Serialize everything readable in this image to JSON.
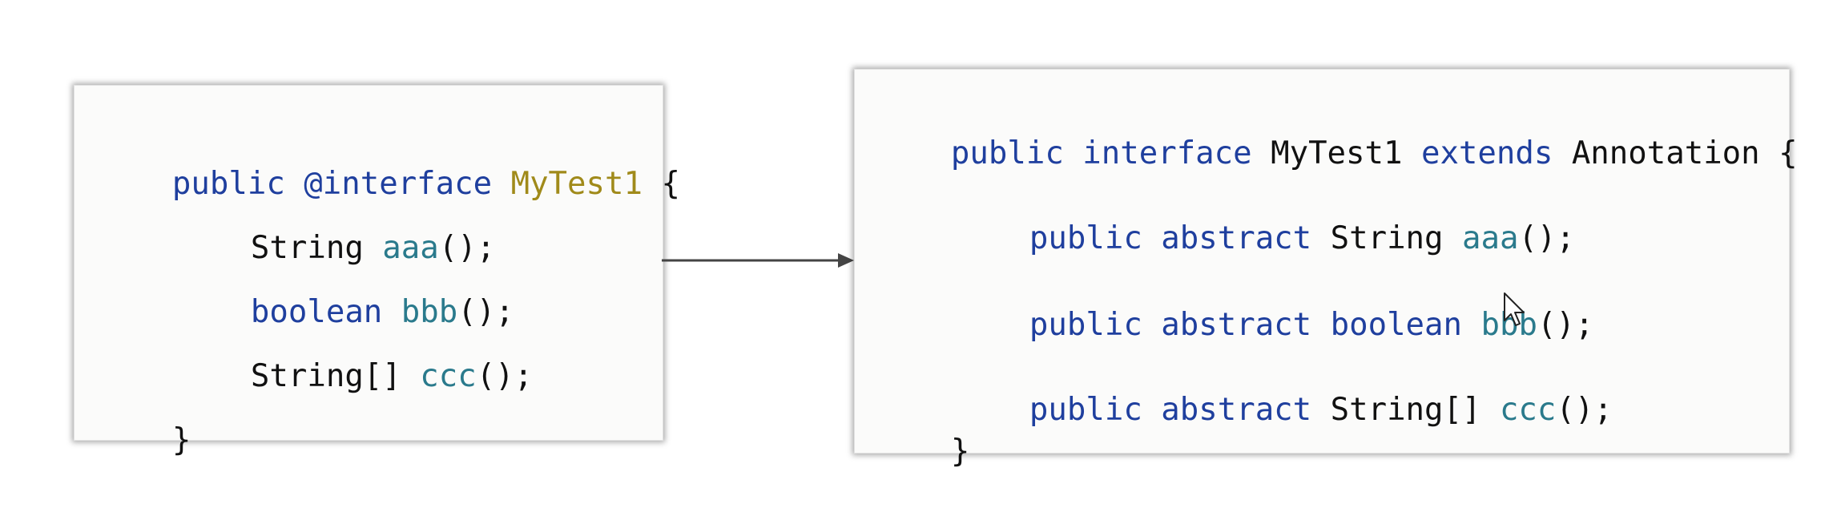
{
  "left_code": {
    "line1": {
      "kw_public": "public",
      "ann_interface": "@interface",
      "type": "MyTest1",
      "brace": "{"
    },
    "line2": {
      "type": "String",
      "method": "aaa",
      "tail": "();"
    },
    "line3": {
      "type": "boolean",
      "method": "bbb",
      "tail": "();"
    },
    "line4": {
      "type": "String[]",
      "method": "ccc",
      "tail": "();"
    },
    "line5": {
      "brace": "}"
    }
  },
  "right_code": {
    "line1": {
      "kw_public": "public",
      "kw_interface": "interface",
      "name": "MyTest1",
      "kw_extends": "extends",
      "super": "Annotation",
      "brace": "{"
    },
    "line2": {
      "kw_public": "public",
      "kw_abstract": "abstract",
      "type": "String",
      "method": "aaa",
      "tail": "();"
    },
    "line3": {
      "kw_public": "public",
      "kw_abstract": "abstract",
      "type": "boolean",
      "method": "bbb",
      "tail": "();"
    },
    "line4": {
      "kw_public": "public",
      "kw_abstract": "abstract",
      "type": "String[]",
      "method": "ccc",
      "tail": "();"
    },
    "line5": {
      "brace": "}"
    }
  },
  "colors": {
    "keyword": "#1f3f9e",
    "type_name": "#a08a1a",
    "method": "#2a7a8c",
    "text": "#111111",
    "arrow": "#444444"
  },
  "icons": {
    "arrow": "right-arrow-icon",
    "cursor": "mouse-cursor-icon"
  }
}
